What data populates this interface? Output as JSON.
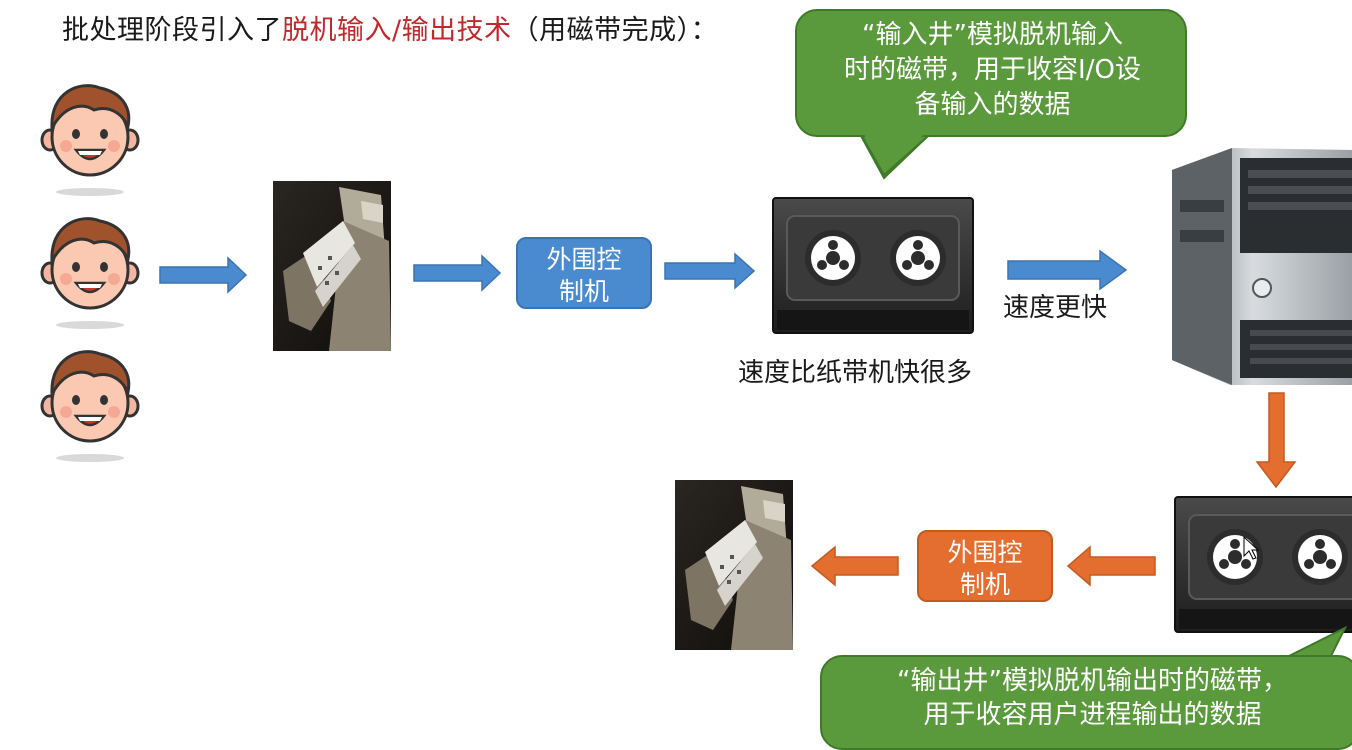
{
  "title": {
    "prefix": "批处理阶段引入了",
    "highlight": "脱机输入/输出技术",
    "suffix": "（用磁带完成）："
  },
  "bubbles": {
    "input_well": [
      "“输入井”模拟脱机输入",
      "时的磁带，用于收容I/O设",
      "备输入的数据"
    ],
    "output_well": [
      "“输出井”模拟脱机输出时的磁带，",
      "用于收容用户进程输出的数据"
    ]
  },
  "controllers": {
    "input": [
      "外围控",
      "制机"
    ],
    "output": [
      "外围控",
      "制机"
    ]
  },
  "captions": {
    "tape_speed": "速度比纸带机快很多",
    "faster": "速度更快"
  },
  "colors": {
    "bubble_green": "#5a9a3c",
    "blue_arrow": "#4a8bd0",
    "orange_arrow": "#e36e2f",
    "title_highlight": "#c0292b"
  },
  "icons": [
    "user-face-icon",
    "paper-tape-machine-icon",
    "magnetic-tape-icon",
    "computer-tower-icon",
    "arrow-right-icon",
    "arrow-left-icon",
    "arrow-down-icon"
  ]
}
